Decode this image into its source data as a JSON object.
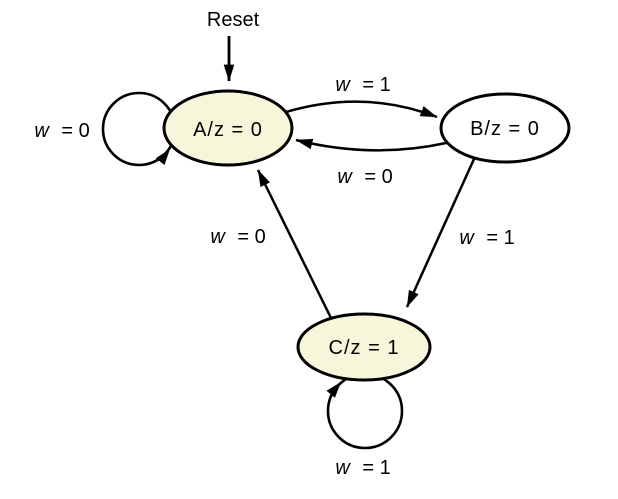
{
  "reset": {
    "label": "Reset"
  },
  "colors": {
    "stroke": "#000000",
    "text": "#000000",
    "highlight_fill": "#f8f6da",
    "plain_fill": "#ffffff",
    "background": "#ffffff"
  },
  "states": [
    {
      "id": "A",
      "label": "A/z = 0",
      "fill": "#f8f6da"
    },
    {
      "id": "B",
      "label": "B/z = 0",
      "fill": "#ffffff"
    },
    {
      "id": "C",
      "label": "C/z = 1",
      "fill": "#f8f6da"
    }
  ],
  "transitions": [
    {
      "from": "A",
      "to": "A",
      "input": "w",
      "condition": "= 0"
    },
    {
      "from": "A",
      "to": "B",
      "input": "w",
      "condition": "= 1"
    },
    {
      "from": "B",
      "to": "A",
      "input": "w",
      "condition": "= 0"
    },
    {
      "from": "B",
      "to": "C",
      "input": "w",
      "condition": "= 1"
    },
    {
      "from": "C",
      "to": "A",
      "input": "w",
      "condition": "= 0"
    },
    {
      "from": "C",
      "to": "C",
      "input": "w",
      "condition": "= 1"
    }
  ]
}
